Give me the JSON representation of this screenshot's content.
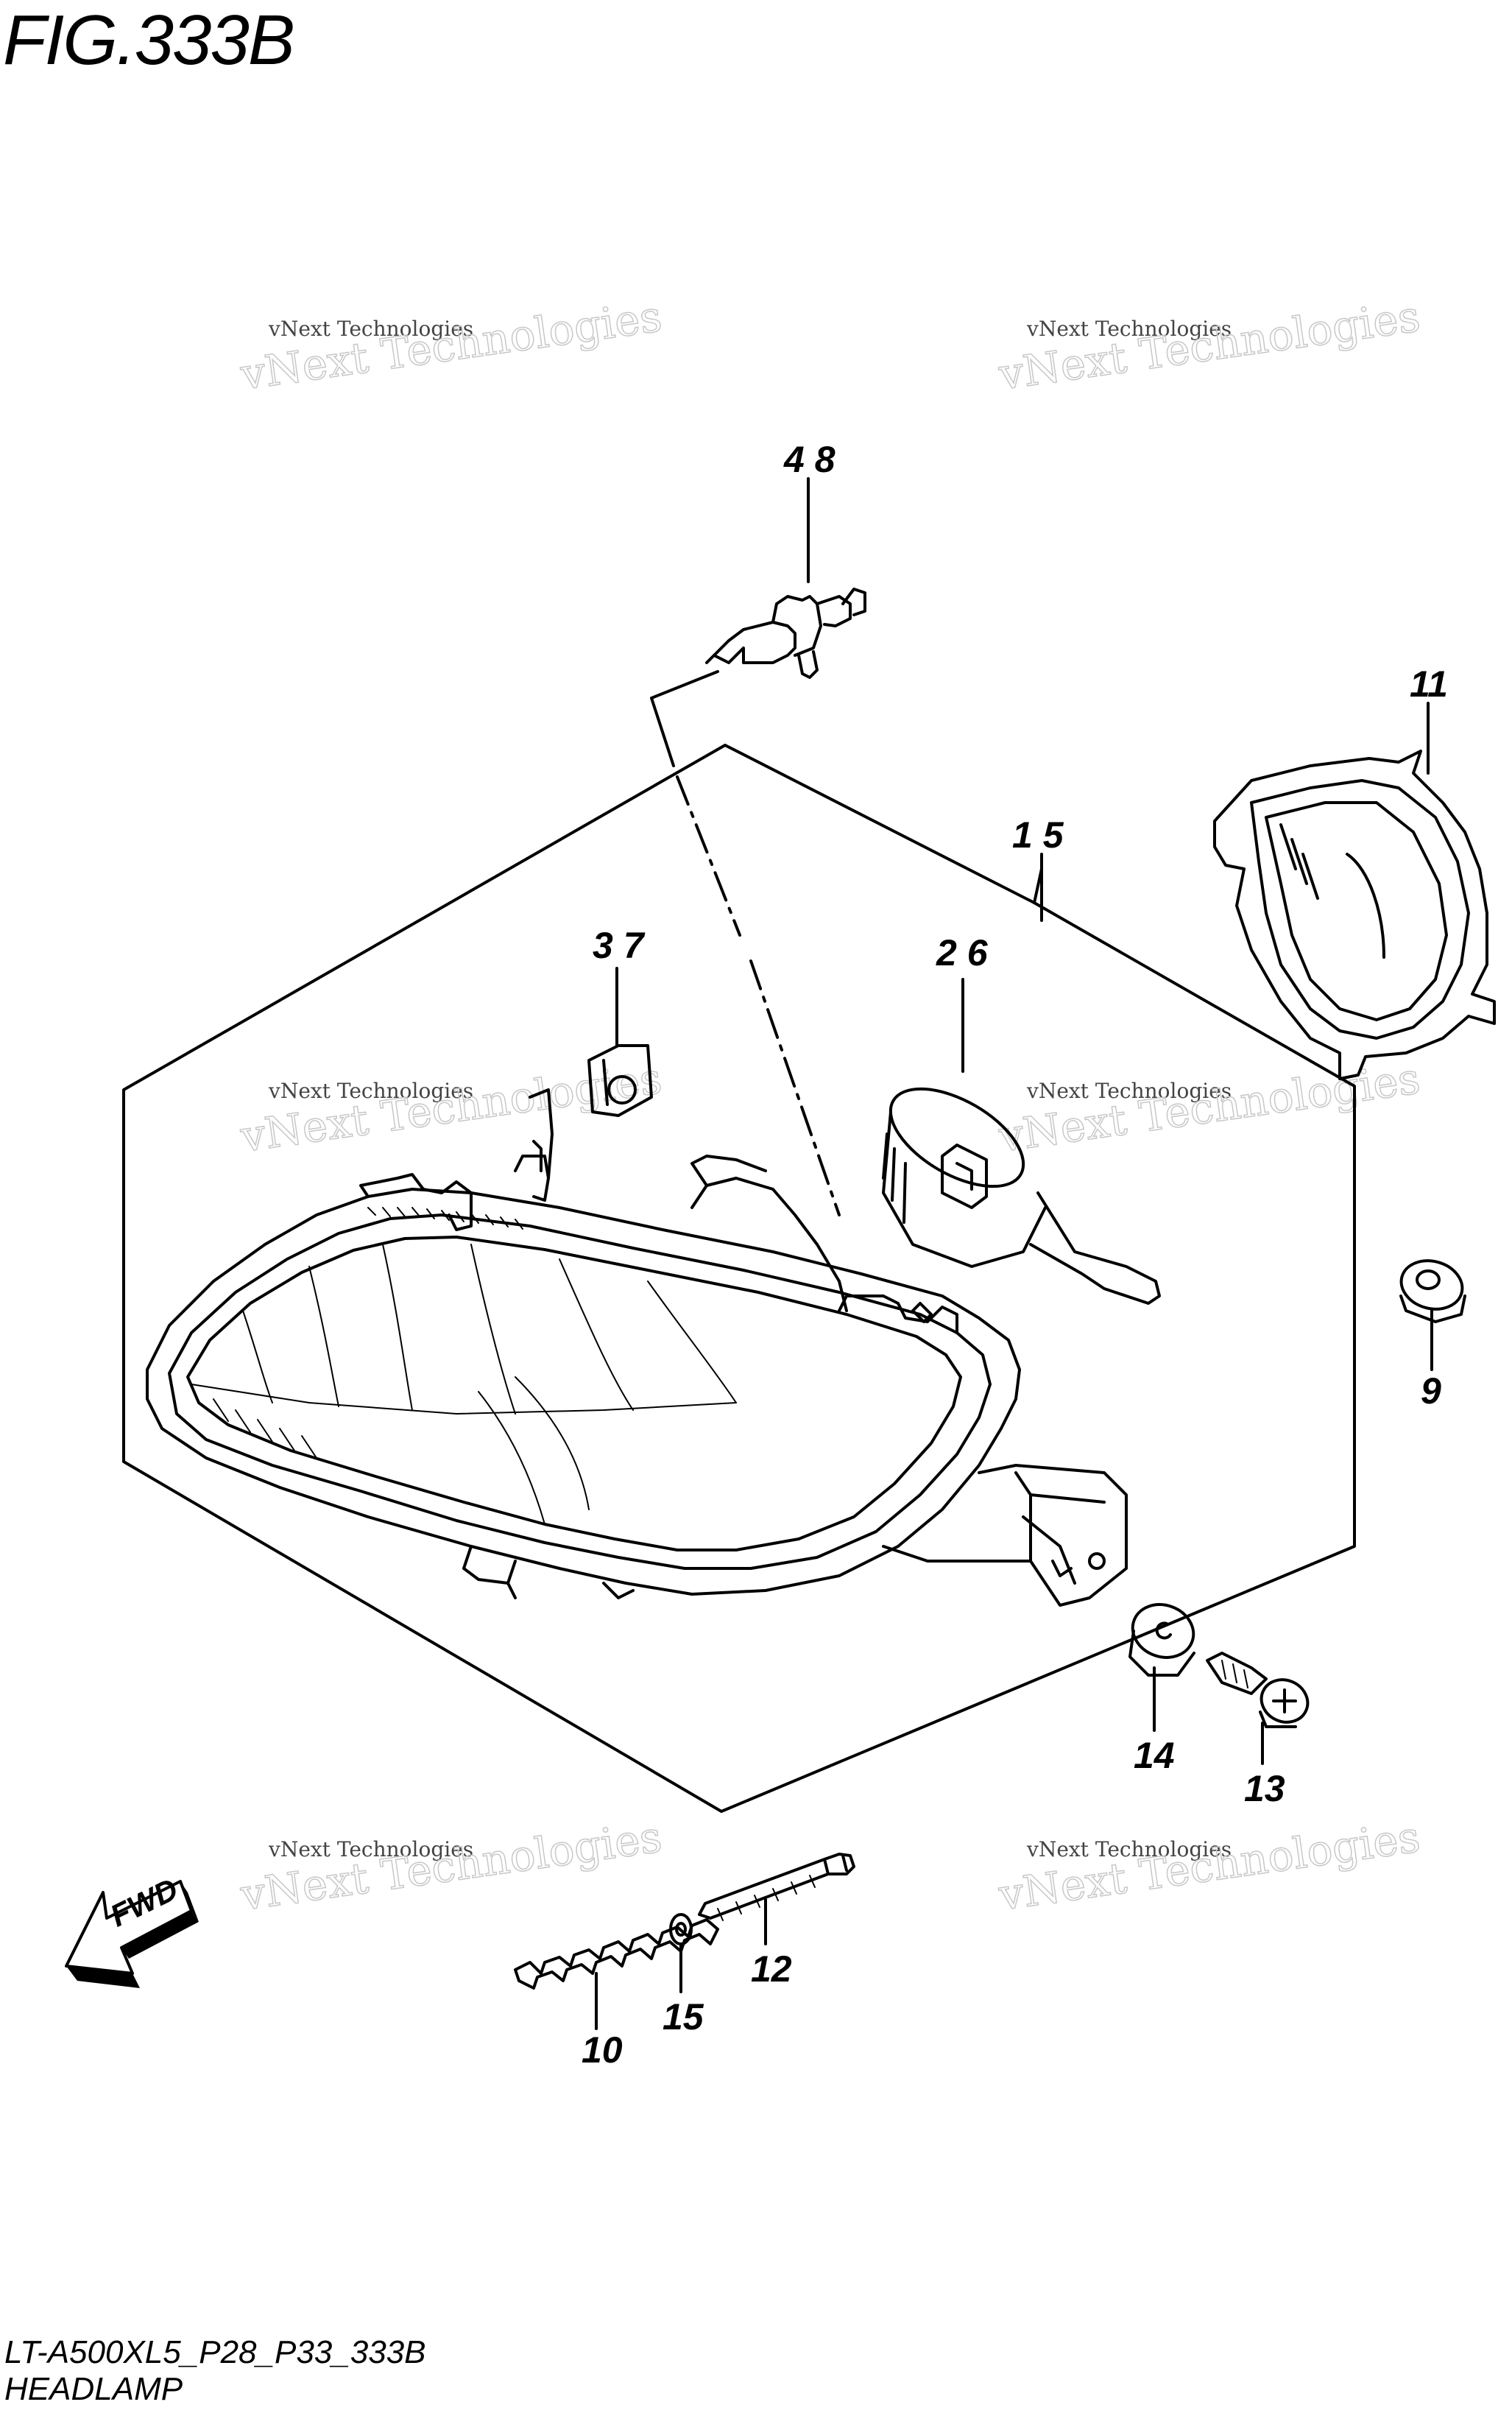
{
  "figure": {
    "title": "FIG.333B",
    "code": "LT-A500XL5_P28_P33_333B",
    "name": "HEADLAMP"
  },
  "callouts": [
    {
      "id": "c48",
      "label": "4 8"
    },
    {
      "id": "c11",
      "label": "11"
    },
    {
      "id": "c15",
      "label": "1 5"
    },
    {
      "id": "c37",
      "label": "3 7"
    },
    {
      "id": "c26",
      "label": "2 6"
    },
    {
      "id": "c9",
      "label": "9"
    },
    {
      "id": "c14",
      "label": "14"
    },
    {
      "id": "c13",
      "label": "13"
    },
    {
      "id": "c12",
      "label": "12"
    },
    {
      "id": "c10",
      "label": "10"
    },
    {
      "id": "c15b",
      "label": "15"
    }
  ],
  "fwd": {
    "label": "FWD",
    "icon": "fwd-arrow-icon"
  },
  "watermark": {
    "line1": "vNext Technologies",
    "line2": "vNext",
    "line3": "Technologies"
  }
}
